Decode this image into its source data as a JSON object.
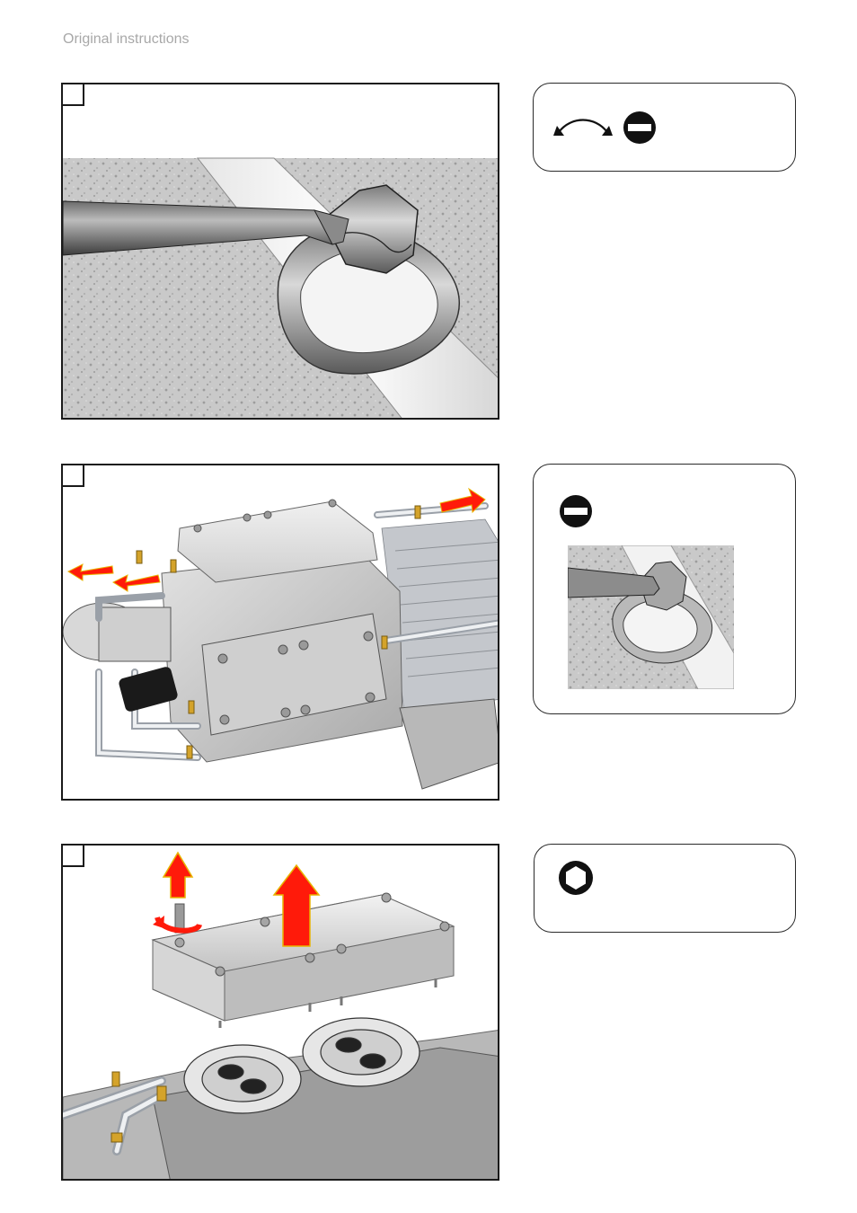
{
  "header": {
    "text": "Original instructions"
  },
  "steps": [
    {
      "id": 1,
      "callout_icons": [
        "rotate-arrows-icon",
        "flat-screwdriver-icon"
      ]
    },
    {
      "id": 2,
      "callout_icons": [
        "flat-screwdriver-icon"
      ]
    },
    {
      "id": 3,
      "callout_icons": [
        "hex-key-icon"
      ]
    }
  ],
  "colors": {
    "arrow_red": "#ff1a0a",
    "arrow_edge": "#e8b400",
    "frame": "#1a1a1a",
    "header_gray": "#a8a8a8"
  }
}
